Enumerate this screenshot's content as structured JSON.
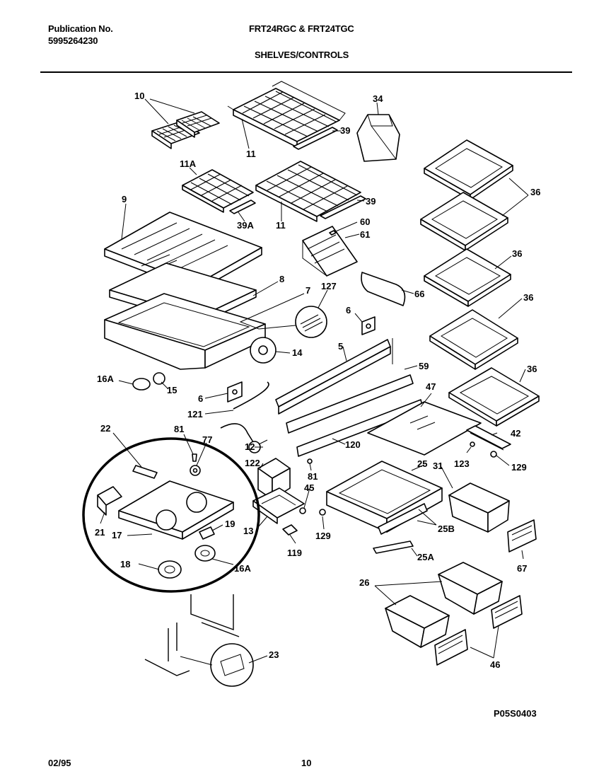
{
  "header": {
    "publication_label": "Publication No.",
    "publication_number": "5995264230",
    "model": "FRT24RGC & FRT24TGC",
    "section_title": "SHELVES/CONTROLS"
  },
  "diagram_code": "P05S0403",
  "footer": {
    "date": "02/95",
    "page_number": "10"
  },
  "callouts": [
    "10",
    "11",
    "39",
    "34",
    "11A",
    "39A",
    "11",
    "39",
    "9",
    "60",
    "61",
    "36",
    "36",
    "8",
    "7",
    "127",
    "66",
    "36",
    "6",
    "14",
    "5",
    "59",
    "36",
    "16A",
    "15",
    "6",
    "121",
    "47",
    "22",
    "81",
    "77",
    "12",
    "120",
    "42",
    "123",
    "129",
    "122",
    "81",
    "25",
    "31",
    "45",
    "21",
    "17",
    "19",
    "13",
    "25B",
    "129",
    "119",
    "25A",
    "67",
    "18",
    "16A",
    "26",
    "46",
    "23"
  ]
}
